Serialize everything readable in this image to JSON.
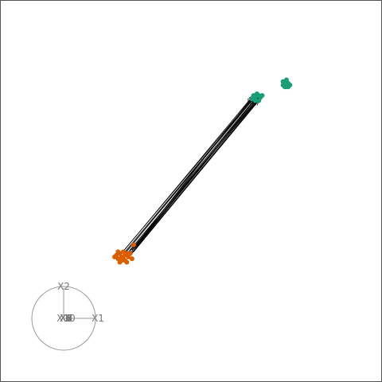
{
  "chart_data": {
    "type": "scatter",
    "title": "",
    "xlabel": "",
    "ylabel": "",
    "grid": false,
    "legend": "none",
    "xlim": [
      -1.1,
      1.1
    ],
    "ylim": [
      -1.1,
      1.1
    ],
    "series": [
      {
        "color": "#d95f02",
        "points": [
          [
            -0.43,
            -0.37
          ],
          [
            -0.41,
            -0.36
          ],
          [
            -0.4,
            -0.38
          ],
          [
            -0.38,
            -0.37
          ],
          [
            -0.42,
            -0.39
          ],
          [
            -0.39,
            -0.35
          ],
          [
            -0.37,
            -0.36
          ],
          [
            -0.44,
            -0.38
          ],
          [
            -0.4,
            -0.4
          ],
          [
            -0.36,
            -0.38
          ],
          [
            -0.38,
            -0.4
          ],
          [
            -0.41,
            -0.41
          ],
          [
            -0.35,
            -0.36
          ],
          [
            -0.33,
            -0.31
          ],
          [
            -0.42,
            -0.35
          ],
          [
            -0.39,
            -0.39
          ],
          [
            -0.37,
            -0.41
          ],
          [
            -0.34,
            -0.39
          ]
        ]
      },
      {
        "color": "#1b9e77",
        "points": [
          [
            0.35,
            0.53
          ],
          [
            0.37,
            0.54
          ],
          [
            0.39,
            0.55
          ],
          [
            0.38,
            0.56
          ],
          [
            0.4,
            0.54
          ],
          [
            0.36,
            0.55
          ],
          [
            0.41,
            0.55
          ],
          [
            0.37,
            0.52
          ],
          [
            0.39,
            0.52
          ],
          [
            0.53,
            0.63
          ],
          [
            0.55,
            0.64
          ],
          [
            0.54,
            0.62
          ],
          [
            0.56,
            0.62
          ],
          [
            0.55,
            0.6
          ],
          [
            0.54,
            0.6
          ],
          [
            0.56,
            0.6
          ],
          [
            0.53,
            0.61
          ],
          [
            0.57,
            0.61
          ]
        ]
      }
    ],
    "arrows": [
      [
        -0.4,
        -0.36,
        0.35,
        0.54
      ],
      [
        -0.39,
        -0.37,
        0.36,
        0.53
      ],
      [
        -0.38,
        -0.36,
        0.37,
        0.55
      ],
      [
        -0.37,
        -0.37,
        0.38,
        0.52
      ],
      [
        -0.36,
        -0.35,
        0.39,
        0.54
      ],
      [
        -0.35,
        -0.36,
        0.4,
        0.55
      ],
      [
        -0.34,
        -0.34,
        0.36,
        0.55
      ],
      [
        -0.33,
        -0.33,
        0.38,
        0.54
      ],
      [
        -0.34,
        -0.36,
        0.39,
        0.52
      ],
      [
        -0.32,
        -0.33,
        0.37,
        0.53
      ],
      [
        -0.41,
        -0.37,
        0.35,
        0.53
      ],
      [
        -0.36,
        -0.38,
        0.4,
        0.54
      ],
      [
        -0.33,
        -0.35,
        0.41,
        0.55
      ],
      [
        -0.38,
        -0.35,
        0.38,
        0.56
      ],
      [
        -0.35,
        -0.34,
        0.36,
        0.52
      ],
      [
        -0.32,
        -0.32,
        0.39,
        0.55
      ]
    ],
    "inset_circle": {
      "labels": [
        "X1",
        "X2",
        "X3",
        "X4",
        "X5",
        "X6",
        "X7",
        "X8",
        "X9",
        "X10"
      ],
      "loadings": [
        [
          1.0,
          0.0
        ],
        [
          0.0,
          1.0
        ],
        [
          0.0,
          0.0
        ],
        [
          0.0,
          0.0
        ],
        [
          0.0,
          0.0
        ],
        [
          0.0,
          0.0
        ],
        [
          0.0,
          0.0
        ],
        [
          0.0,
          0.0
        ],
        [
          0.0,
          0.0
        ],
        [
          0.0,
          0.0
        ]
      ]
    }
  }
}
